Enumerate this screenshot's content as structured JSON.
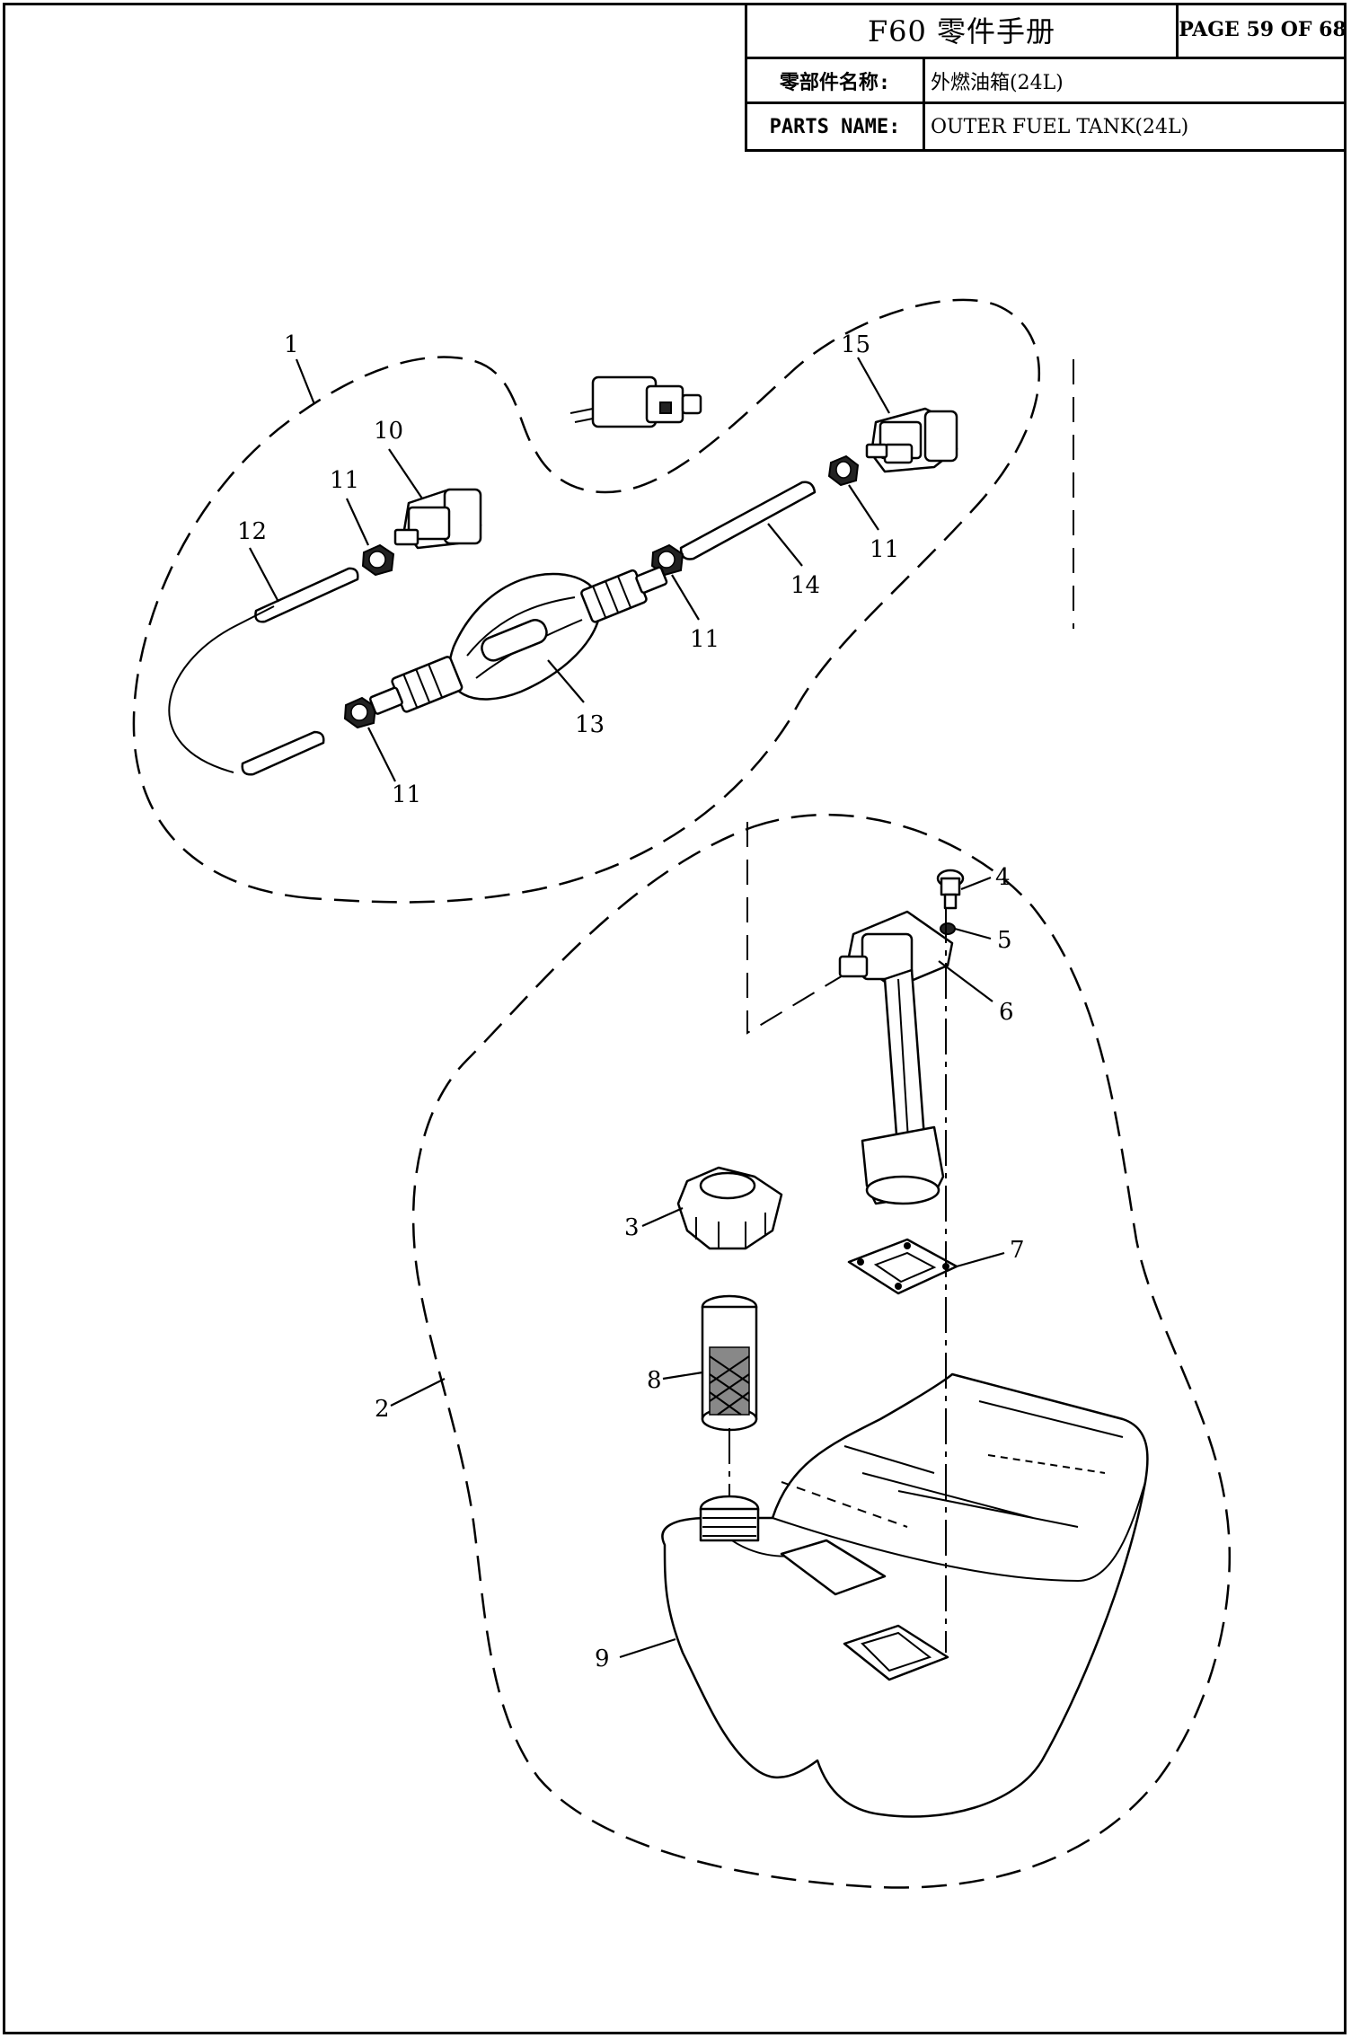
{
  "header": {
    "title": "F60 零件手册",
    "page": "PAGE 59 OF 68",
    "name_cn_label": "零部件名称:",
    "name_cn_value": "外燃油箱(24L)",
    "name_en_label": "PARTS NAME:",
    "name_en_value": "OUTER FUEL TANK(24L)"
  },
  "callouts": {
    "c1": "1",
    "c2": "2",
    "c3": "3",
    "c4": "4",
    "c5": "5",
    "c6": "6",
    "c7": "7",
    "c8": "8",
    "c9": "9",
    "c10": "10",
    "c11a": "11",
    "c11b": "11",
    "c11c": "11",
    "c11d": "11",
    "c12": "12",
    "c13": "13",
    "c14": "14",
    "c15": "15"
  }
}
